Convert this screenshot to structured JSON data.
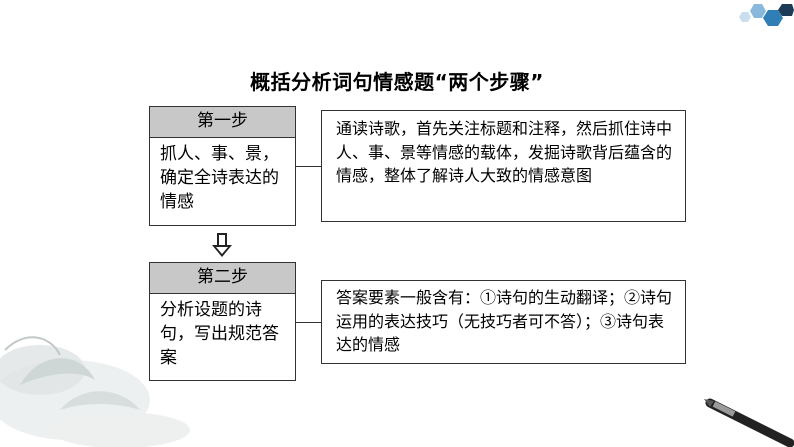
{
  "title": "概括分析词句情感题“两个步骤”",
  "steps": [
    {
      "label": "第一步",
      "body": "抓人、事、景，确定全诗表达的情感",
      "description": "通读诗歌，首先关注标题和注释，然后抓住诗中人、事、景等情感的载体，发掘诗歌背后蕴含的情感，整体了解诗人大致的情感意图"
    },
    {
      "label": "第二步",
      "body": "分析设题的诗句，写出规范答案",
      "description": "答案要素一般含有：①诗句的生动翻译；②诗句运用的表达技巧（无技巧者可不答）；③诗句表达的情感"
    }
  ],
  "icons": {
    "flow_arrow": "down-arrow-icon",
    "corner_decoration": "hexagon-cluster-icon",
    "flower_decoration": "lotus-ink-icon",
    "brush_decoration": "ink-brush-icon"
  },
  "colors": {
    "step_header_bg": "#c8c8c8",
    "hexagon_blue": "#2f7fb6",
    "hexagon_dark": "#1d3b56"
  }
}
